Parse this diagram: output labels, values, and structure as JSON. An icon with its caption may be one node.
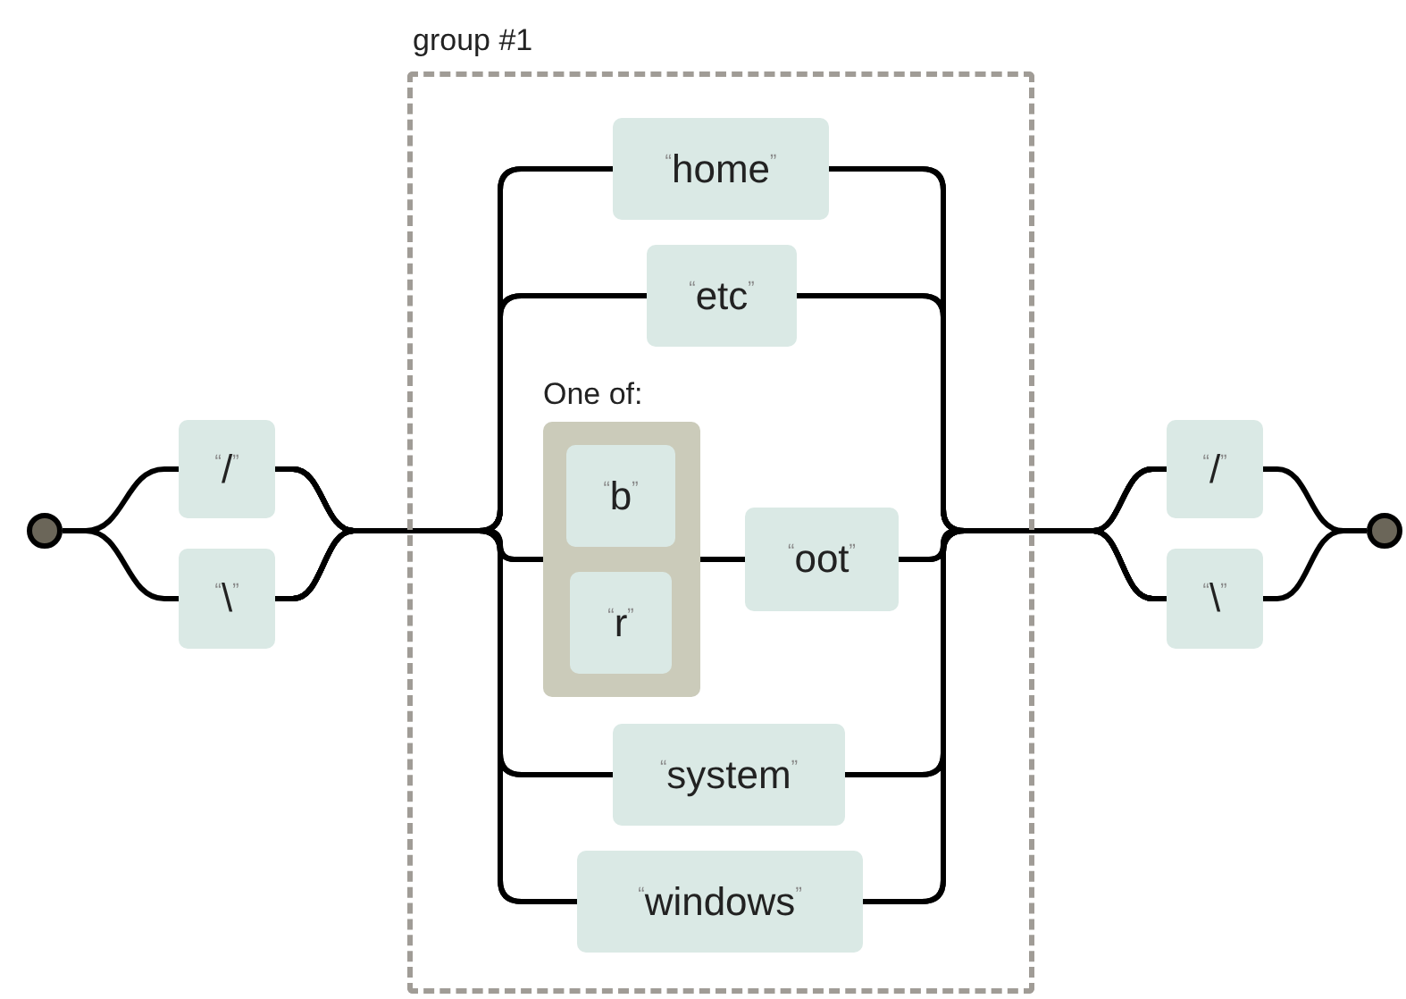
{
  "diagram": {
    "nodes": [
      {
        "text": [],
        "shape": "circle"
      },
      {
        "text": [
          "$^{“}$/$^{”}$"
        ]
      },
      {
        "text": [
          "$^{“}$\\$^{”}$"
        ]
      },
      {
        "text": [
          "group #1"
        ]
      },
      {
        "text": [
          "$^{“}$home$^{”}$"
        ],
        "in": 3
      },
      {
        "text": [
          "$^{“}$etc$^{”}$"
        ],
        "in": 3
      },
      {
        "text": [
          "One of:"
        ],
        "in": 3
      },
      {
        "text": [
          "$^{“}$b$^{”}$"
        ],
        "in": 6
      },
      {
        "text": [
          "$^{“}$r$^{”}$"
        ],
        "in": 6
      },
      {
        "text": [
          "$^{“}$oot$^{”}$"
        ],
        "in": 3
      },
      {
        "text": [
          "$^{“}$system$^{”}$"
        ],
        "in": 3
      },
      {
        "text": [
          "$^{“}$windows$^{”}$"
        ],
        "in": 3
      },
      {
        "text": [
          "$^{“}$/$^{”}$"
        ]
      },
      {
        "text": [
          "$^{“}$\\$^{”}$"
        ]
      },
      {
        "text": [],
        "shape": "circle"
      }
    ],
    "edges": [
      {
        "from": 0,
        "to": 1,
        "arrow": "none"
      },
      {
        "from": 0,
        "to": 2,
        "arrow": "none"
      },
      {
        "from": 1,
        "to": 4,
        "arrow": "none"
      },
      {
        "from": 1,
        "to": 5,
        "arrow": "none"
      },
      {
        "from": 1,
        "to": 6,
        "arrow": "none"
      },
      {
        "from": 1,
        "to": 10,
        "arrow": "none"
      },
      {
        "from": 1,
        "to": 11,
        "arrow": "none"
      },
      {
        "from": 2,
        "to": 4,
        "arrow": "none"
      },
      {
        "from": 2,
        "to": 5,
        "arrow": "none"
      },
      {
        "from": 2,
        "to": 6,
        "arrow": "none"
      },
      {
        "from": 2,
        "to": 10,
        "arrow": "none"
      },
      {
        "from": 2,
        "to": 11,
        "arrow": "none"
      },
      {
        "from": 6,
        "to": 9,
        "arrow": "none"
      },
      {
        "from": 4,
        "to": 12,
        "arrow": "none"
      },
      {
        "from": 4,
        "to": 13,
        "arrow": "none"
      },
      {
        "from": 5,
        "to": 12,
        "arrow": "none"
      },
      {
        "from": 5,
        "to": 13,
        "arrow": "none"
      },
      {
        "from": 9,
        "to": 12,
        "arrow": "none"
      },
      {
        "from": 9,
        "to": 13,
        "arrow": "none"
      },
      {
        "from": 10,
        "to": 12,
        "arrow": "none"
      },
      {
        "from": 10,
        "to": 13,
        "arrow": "none"
      },
      {
        "from": 11,
        "to": 12,
        "arrow": "none"
      },
      {
        "from": 11,
        "to": 13,
        "arrow": "none"
      },
      {
        "from": 12,
        "to": 14,
        "arrow": "none"
      },
      {
        "from": 13,
        "to": 14,
        "arrow": "none"
      }
    ]
  }
}
